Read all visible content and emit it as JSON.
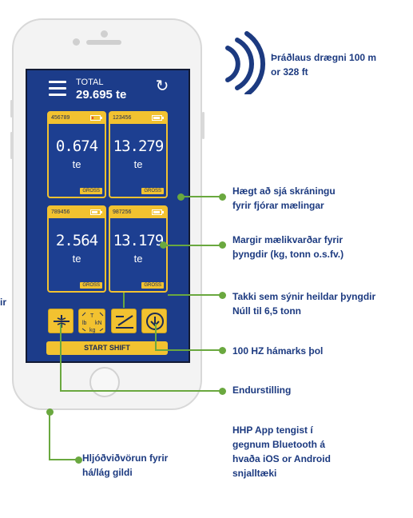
{
  "app": {
    "total_label": "TOTAL",
    "total_value": "29.695 te",
    "start_shift": "START SHIFT",
    "cards": [
      {
        "id": "456789",
        "reading": "0.674",
        "unit": "te",
        "mode": "GROSS",
        "battery": 0.2,
        "battery_color": "#e54b2b"
      },
      {
        "id": "123456",
        "reading": "13.279",
        "unit": "te",
        "mode": "GROSS",
        "battery": 0.85,
        "battery_color": "#ffffff"
      },
      {
        "id": "789456",
        "reading": "2.564",
        "unit": "te",
        "mode": "GROSS",
        "battery": 0.75,
        "battery_color": "#ffffff"
      },
      {
        "id": "987256",
        "reading": "13.179",
        "unit": "te",
        "mode": "GROSS",
        "battery": 0.85,
        "battery_color": "#ffffff"
      }
    ],
    "unit_button": {
      "t": "T",
      "lb": "lb",
      "kn": "kN",
      "kg": "kg"
    }
  },
  "annotations": {
    "wireless": "Þráðlaus drægni 100 m\nor 328 ft",
    "four_readings": "Hægt að sjá skráningu\nfyrir fjórar mælingar",
    "units": "Margir mælikvarðar fyrir\nþyngdir (kg, tonn o.s.fv.)",
    "tare": "Takki sem sýnir heildar þyngdir\nNúll til 6,5 tonn",
    "rate": "100 HZ hámarks þol",
    "reset": "Endurstilling",
    "app": "HHP App tengist í\ngegnum Bluetooth á\nhvaða iOS or Android\nsnjalltæki",
    "audio": "Hljóðviðvörun fyrir\nhá/lág gildi",
    "cut_left": "ir"
  },
  "colors": {
    "screen_bg": "#1c3c8a",
    "accent_yellow": "#f2c230",
    "connector_green": "#6aa83f",
    "label_blue": "#1c3a80"
  },
  "icons": [
    "menu-icon",
    "refresh-icon",
    "battery-icon",
    "zero-icon",
    "unit-switch-icon",
    "tilt-icon",
    "download-icon",
    "wireless-icon"
  ]
}
